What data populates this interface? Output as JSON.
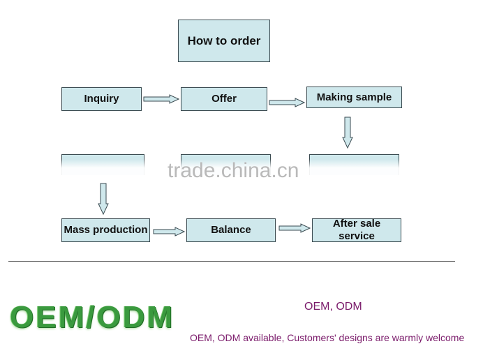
{
  "title": "How to order",
  "steps": {
    "inquiry": "Inquiry",
    "offer": "Offer",
    "making_sample": "Making sample",
    "mass_production": "Mass production",
    "balance": "Balance",
    "after_sale": "After sale service"
  },
  "watermark": "trade.china.cn",
  "oem": {
    "logo": "OEM/ODM",
    "title": "OEM, ODM",
    "subtitle": "OEM, ODM available, Customers' designs are warmly welcome"
  },
  "colors": {
    "box_fill": "#cfe8ec",
    "logo_green": "#3a9a3e",
    "text_purple": "#7a1a6a"
  }
}
